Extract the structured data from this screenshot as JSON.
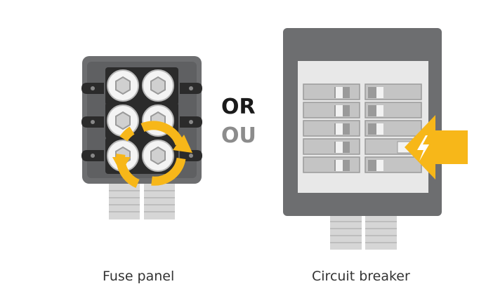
{
  "labels": {
    "or": "OR",
    "ou": "OU",
    "fuse_panel": "Fuse panel",
    "circuit_breaker": "Circuit breaker"
  },
  "colors": {
    "text_dark": "#1a1a1a",
    "text_grey": "#8c8c8c",
    "accent_yellow": "#f7b719",
    "panel_grey": "#6d6e70",
    "panel_light": "#e8e8e8",
    "fuse_dark": "#2b2b2b"
  },
  "icons": {
    "replace": "rotate-arrows-icon",
    "power": "lightning-bolt-icon",
    "tripped": "arrow-left-icon"
  }
}
